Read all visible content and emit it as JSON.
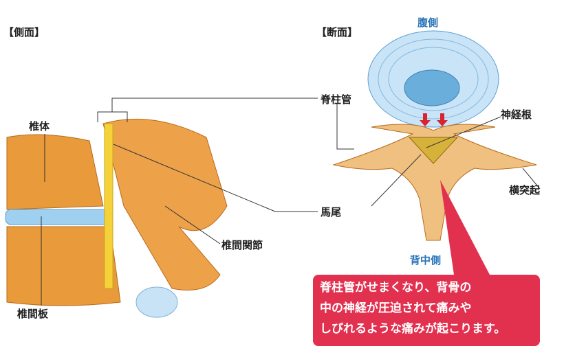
{
  "side_view": {
    "title": "【側面】",
    "labels": {
      "vertebral_body": "椎体",
      "disc": "椎間板",
      "facet_joint": "椎間関節"
    }
  },
  "cross_section": {
    "title": "【断面】",
    "ventral": "腹側",
    "dorsal": "背中側",
    "canal": "脊柱管",
    "nerve_root": "神経根",
    "transverse": "横突起",
    "cauda": "馬尾"
  },
  "callout": {
    "lines": [
      "脊柱管がせまくなり、背骨の",
      "中の神経が圧迫されて痛みや",
      "しびれるような痛みが起こります。"
    ]
  },
  "colors": {
    "bone": "#e99a3a",
    "disc": "#9fd0f0",
    "callout": "#e2304f",
    "arrow": "#d9232e"
  }
}
